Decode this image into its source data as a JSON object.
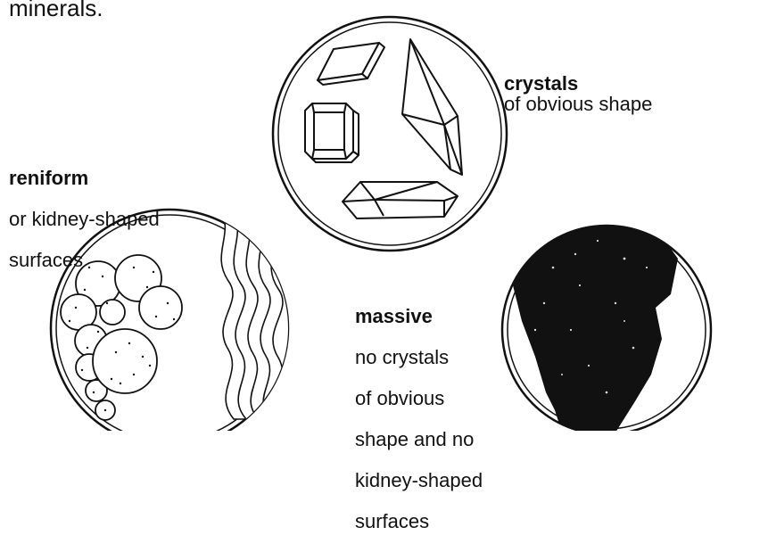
{
  "header": {
    "tail_text": "minerals."
  },
  "crystals": {
    "term": "crystals",
    "description": "of obvious shape"
  },
  "reniform": {
    "term": "reniform",
    "line1": "or kidney-shaped",
    "line2": "surfaces"
  },
  "massive": {
    "term": "massive",
    "lines": [
      "no crystals",
      "of obvious",
      "shape and no",
      "kidney-shaped",
      "surfaces"
    ]
  },
  "colors": {
    "ink": "#111111",
    "background": "#ffffff"
  }
}
